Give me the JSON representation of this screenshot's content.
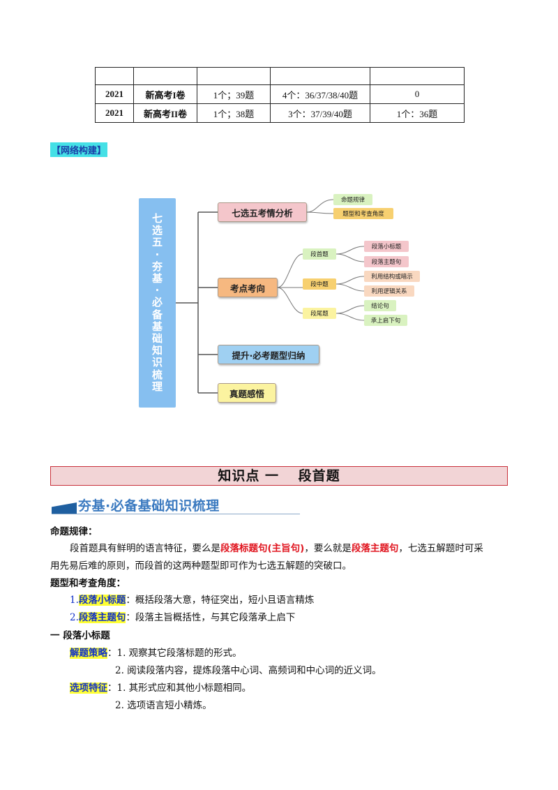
{
  "table": {
    "rows": [
      [
        "",
        "",
        "",
        "",
        ""
      ],
      [
        "2021",
        "新高考I卷",
        "1个；39题",
        "4个：36/37/38/40题",
        "0"
      ],
      [
        "2021",
        "新高考II卷",
        "1个；38题",
        "3个：37/39/40题",
        "1个：36题"
      ]
    ]
  },
  "network_label": "【网络构建】",
  "mindmap": {
    "root": [
      "七",
      "选",
      "五",
      "·",
      "夯",
      "基",
      "·",
      "必",
      "备",
      "基",
      "础",
      "知",
      "识",
      "梳",
      "理"
    ],
    "branches": [
      {
        "label": "七选五考情分析",
        "children": [
          "命题规律",
          "题型和考查角度"
        ]
      },
      {
        "label": "考点考向",
        "children": [
          {
            "label": "段首题",
            "children": [
              "段落小标题",
              "段落主题句"
            ]
          },
          {
            "label": "段中题",
            "children": [
              "利用结构或暗示",
              "利用逻辑关系"
            ]
          },
          {
            "label": "段尾题",
            "children": [
              "结论句",
              "承上启下句"
            ]
          }
        ]
      },
      {
        "label": "提升·必考题型归纳"
      },
      {
        "label": "真题感悟"
      }
    ],
    "colors": {
      "root": "#86bff0",
      "pink": "#f4c6cb",
      "orange": "#f6b880",
      "blue": "#9fd0f2",
      "yellow": "#fbf3a0",
      "green": "#d9f2c0",
      "gold": "#f7d070",
      "peach": "#f9d8c0"
    }
  },
  "section": {
    "title": "知识点 一　 段首题",
    "subtitle": "夯基·必备基础知识梳理"
  },
  "content": {
    "mingti_heading": "命题规律：",
    "mingti_p1_a": "段首题具有鲜明的语言特征，要么是",
    "mingti_p1_red1": "段落标题句(主旨句)",
    "mingti_p1_b": "，要么就是",
    "mingti_p1_red2": "段落主题句",
    "mingti_p1_c": "，七选五解题时可采",
    "mingti_p2": "用先易后难的原则，而段首的这两种题型即可作为七选五解题的突破口。",
    "tixing_heading": "题型和考查角度：",
    "t1_num": "1.",
    "t1_hl": "段落小标题",
    "t1_text": "：概括段落大意，特征突出，短小且语言精炼",
    "t2_num": "2.",
    "t2_hl": "段落主题句",
    "t2_text": "：段落主旨概括性，与其它段落承上启下",
    "part1_heading": "一 段落小标题",
    "strategy_hl": "解题策略",
    "strategy_1": "：1. 观察其它段落标题的形式。",
    "strategy_2": "2. 阅读段落内容，提炼段落中心词、高频词和中心词的近义词。",
    "option_hl": "选项特征",
    "option_1": "：1. 其形式应和其他小标题相同。",
    "option_2": "2. 选项语言短小精炼。"
  }
}
